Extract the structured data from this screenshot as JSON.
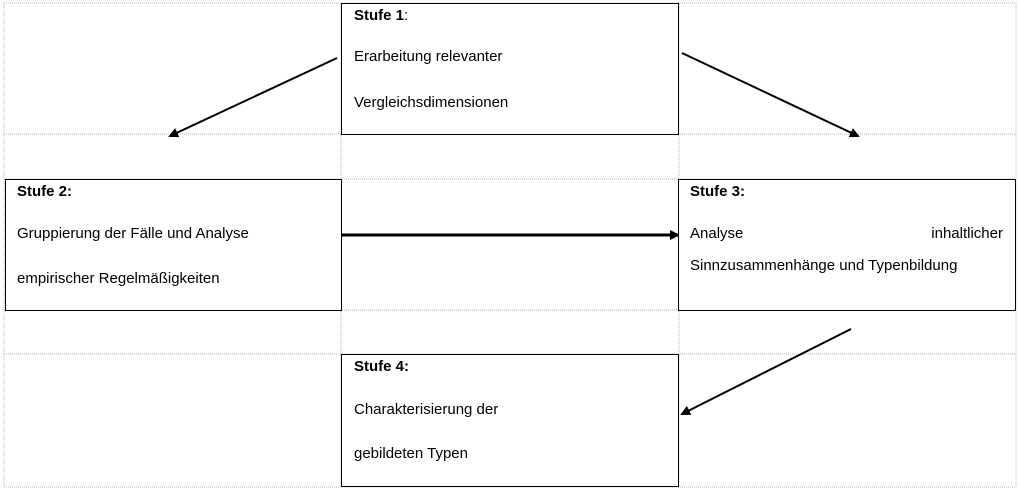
{
  "diagram": {
    "stages": [
      {
        "title": "Stufe 1",
        "title_suffix": ":",
        "lines": [
          "Erarbeitung relevanter",
          "Vergleichsdimensionen"
        ]
      },
      {
        "title": "Stufe 2:",
        "lines": [
          "Gruppierung der Fälle und Analyse",
          "empirischer Regelmäßigkeiten"
        ]
      },
      {
        "title": "Stufe 3:",
        "line1_words": [
          "Analyse",
          "inhaltlicher"
        ],
        "lines": [
          "Sinnzusammenhänge und Typenbildung"
        ]
      },
      {
        "title": "Stufe 4:",
        "lines": [
          "Charakterisierung der",
          "gebildeten Typen"
        ]
      }
    ]
  }
}
